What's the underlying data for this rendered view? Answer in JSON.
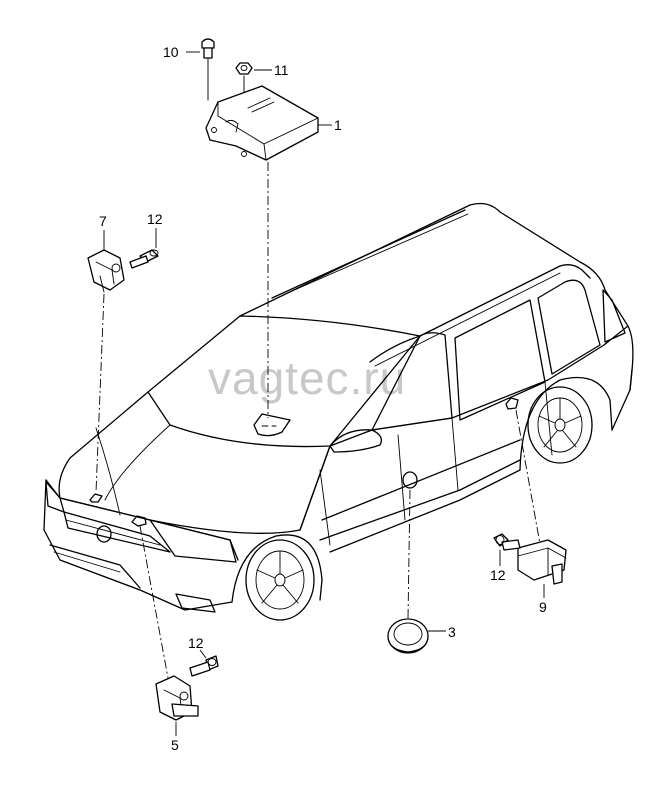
{
  "watermark": "vagtec.ru",
  "callouts": {
    "p1": "1",
    "p3": "3",
    "p5": "5",
    "p7": "7",
    "p9": "9",
    "p10": "10",
    "p11": "11",
    "p12a": "12",
    "p12b": "12",
    "p12c": "12"
  }
}
